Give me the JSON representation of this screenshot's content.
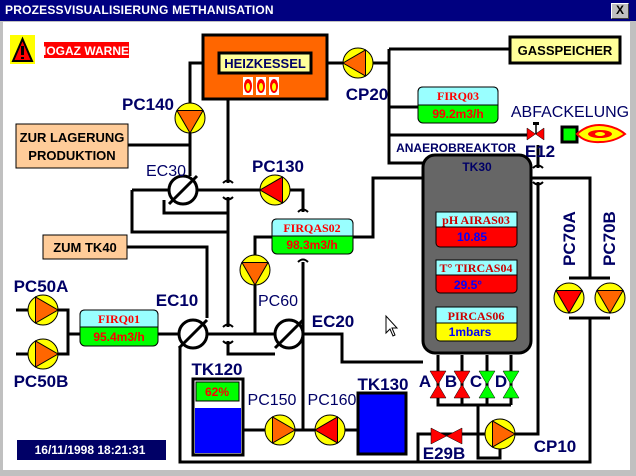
{
  "window": {
    "title": "PROZESSVISUALISIERUNG METHANISATION",
    "close_label": "X"
  },
  "alarm": {
    "text": "BIOGAZ WARNEN",
    "icon": "warning-triangle-icon",
    "color": "#ff0000"
  },
  "boxes": {
    "heizkessel": "HEIZKESSEL",
    "gasspeicher": "GASSPEICHER",
    "lagerung_line1": "ZUR LAGERUNG",
    "lagerung_line2": "PRODUKTION",
    "zum_tk40": "ZUM TK40",
    "abfackelung": "ABFACKELUNG",
    "anaerobreaktor": "ANAEROBREAKTOR"
  },
  "reactor": {
    "tag": "TK30"
  },
  "instruments": {
    "firq03": {
      "tag": "FIRQ03",
      "value": "99.2m3/h"
    },
    "firqas02": {
      "tag": "FIRQAS02",
      "value": "98.3m3/h"
    },
    "firq01": {
      "tag": "FIRQ01",
      "value": "95.4m3/h"
    },
    "ph": {
      "tag": "pH AIRAS03",
      "value": "10.85"
    },
    "temp": {
      "tag": "T° TIRCAS04",
      "value": "29.5°"
    },
    "pressure": {
      "tag": "PIRCAS06",
      "value": "1mbars"
    }
  },
  "pumps": {
    "cp20": "CP20",
    "pc140": "PC140",
    "pc130": "PC130",
    "pc60": "PC60",
    "pc50a": "PC50A",
    "pc50b": "PC50B",
    "pc150": "PC150",
    "pc160": "PC160",
    "pc70a": "PC70A",
    "pc70b": "PC70B",
    "cp10": "CP10"
  },
  "exchangers": {
    "ec30": "EC30",
    "ec10": "EC10",
    "ec20": "EC20"
  },
  "valves": {
    "e12": "E12",
    "e29b": "E29B",
    "a": "A",
    "b": "B",
    "c": "C",
    "d": "D"
  },
  "tanks": {
    "tk120": {
      "tag": "TK120",
      "level": "62%",
      "level_fraction": 0.62
    },
    "tk130": {
      "tag": "TK130"
    }
  },
  "datetime": "16/11/1998 18:21:31",
  "colors": {
    "pump_running": "#ff6600",
    "pump_alarm": "#ff0000",
    "valve_closed": "#ff0000",
    "valve_open": "#00ff00",
    "tank_fill": "#0000ff",
    "label": "#000066"
  }
}
